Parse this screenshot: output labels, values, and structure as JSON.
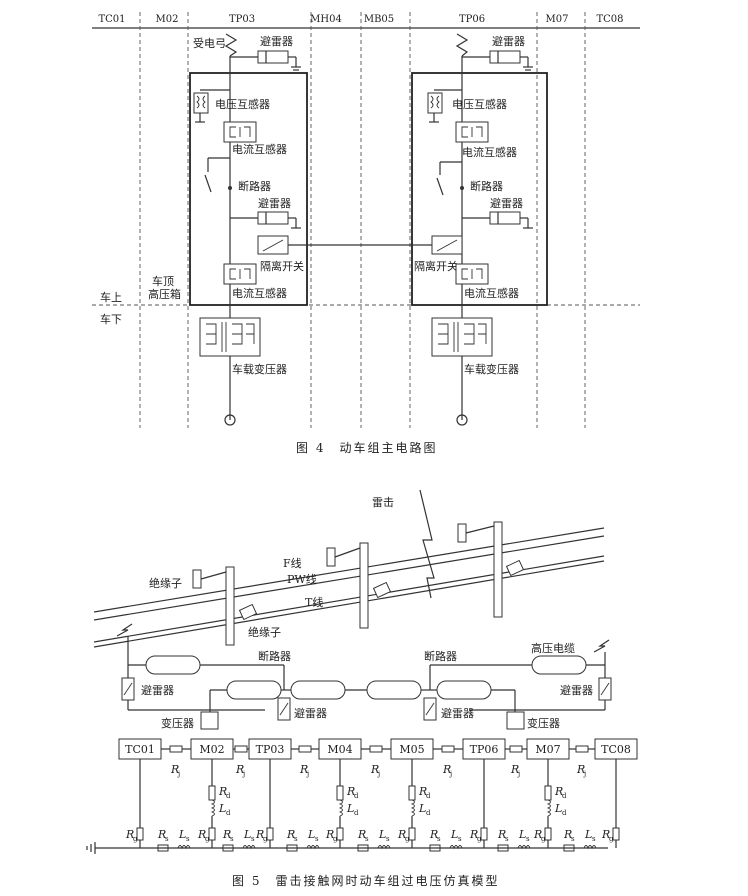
{
  "fig4": {
    "cars": [
      "TC01",
      "M02",
      "TP03",
      "MH04",
      "MB05",
      "TP06",
      "M07",
      "TC08"
    ],
    "pantograph": "受电弓",
    "arrester_top": "避雷器",
    "vt": "电压互感器",
    "ct": "电流互感器",
    "breaker": "断路器",
    "arrester": "避雷器",
    "isolator": "隔离开关",
    "ct2": "电流互感器",
    "roof_box": [
      "车顶",
      "高压箱"
    ],
    "above": "车上",
    "below": "车下",
    "transformer": "车载变压器",
    "caption": "图 4　动车组主电路图"
  },
  "fig5": {
    "lightning": "雷击",
    "insulator_left": "绝缘子",
    "insulator_bottom": "绝缘子",
    "f_line": "F线",
    "pw_line": "PW线",
    "t_line": "T线",
    "breaker_left": "断路器",
    "breaker_right": "断路器",
    "hv_cable": "高压电缆",
    "arrester_ll": "避雷器",
    "arrester_lc": "避雷器",
    "arrester_rc": "避雷器",
    "arrester_rr": "避雷器",
    "transformer_left": "变压器",
    "transformer_right": "变压器",
    "cars": [
      "TC01",
      "M02",
      "TP03",
      "M04",
      "M05",
      "TP06",
      "M07",
      "TC08"
    ],
    "rj": "R",
    "rj_sub": "j",
    "rd": "R",
    "rd_sub": "d",
    "ld": "L",
    "ld_sub": "d",
    "rg": "R",
    "rg_sub": "g",
    "rs": "R",
    "rs_sub": "s",
    "ls": "L",
    "ls_sub": "s",
    "caption": "图 5　雷击接触网时动车组过电压仿真模型"
  }
}
